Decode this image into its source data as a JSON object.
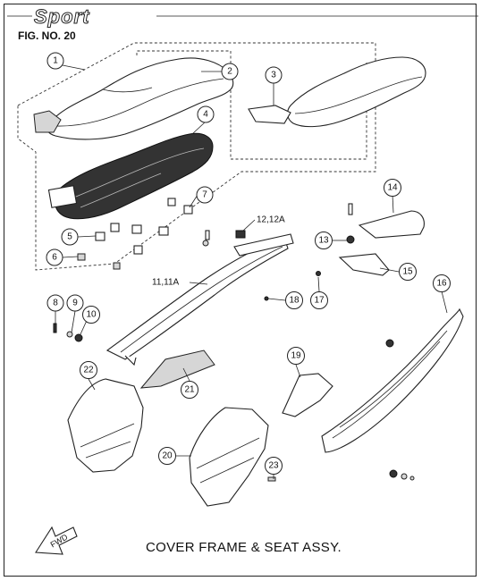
{
  "header": {
    "brand": "Sport",
    "figure_label": "FIG. NO. 20"
  },
  "caption": "COVER FRAME & SEAT ASSY.",
  "fwd_label": "FWD",
  "parts": [
    {
      "id": "1",
      "label": "1"
    },
    {
      "id": "2",
      "label": "2"
    },
    {
      "id": "3",
      "label": "3"
    },
    {
      "id": "4",
      "label": "4"
    },
    {
      "id": "5",
      "label": "5"
    },
    {
      "id": "6",
      "label": "6"
    },
    {
      "id": "7",
      "label": "7"
    },
    {
      "id": "8",
      "label": "8"
    },
    {
      "id": "9",
      "label": "9"
    },
    {
      "id": "10",
      "label": "10"
    },
    {
      "id": "11",
      "label": "11,11A"
    },
    {
      "id": "12",
      "label": "12,12A"
    },
    {
      "id": "13",
      "label": "13"
    },
    {
      "id": "14",
      "label": "14"
    },
    {
      "id": "15",
      "label": "15"
    },
    {
      "id": "16",
      "label": "16"
    },
    {
      "id": "17",
      "label": "17"
    },
    {
      "id": "18",
      "label": "18"
    },
    {
      "id": "19",
      "label": "19"
    },
    {
      "id": "20",
      "label": "20"
    },
    {
      "id": "21",
      "label": "21"
    },
    {
      "id": "22",
      "label": "22"
    },
    {
      "id": "23",
      "label": "23"
    }
  ]
}
